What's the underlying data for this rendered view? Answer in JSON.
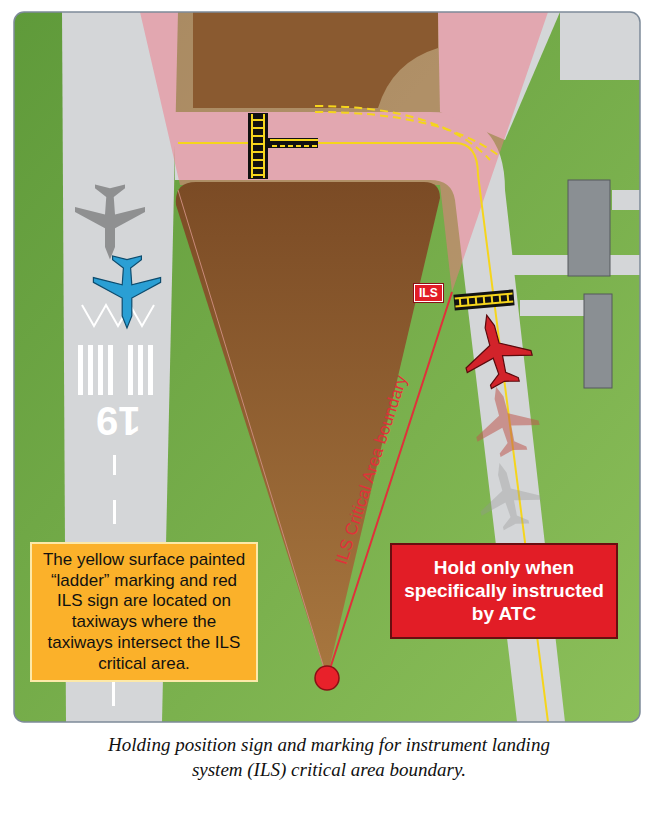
{
  "diagram": {
    "caption": "Holding position sign and marking for instrument landing system (ILS) critical area boundary.",
    "nodes": [
      {
        "text": [
          "ILS"
        ]
      },
      {
        "text": [
          "The yellow surface painted “ladder” marking and red ILS sign are located on taxiways where the taxiways intersect the ILS critical area."
        ]
      },
      {
        "text": [
          "Hold only when specifically instructed by ATC"
        ]
      }
    ],
    "labels": [
      "ILS Critical Area boundary",
      "19"
    ]
  }
}
